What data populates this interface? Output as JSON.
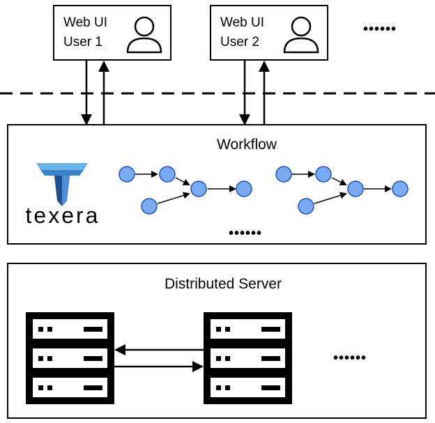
{
  "users": [
    {
      "line1": "Web UI",
      "line2": "User 1"
    },
    {
      "line1": "Web UI",
      "line2": "User 2"
    }
  ],
  "more_users": "••••••",
  "workflow": {
    "title": "Workflow",
    "logo_text": "texera",
    "more": "••••••"
  },
  "server": {
    "title": "Distributed Server",
    "more": "••••••"
  },
  "colors": {
    "node_fill": "#7aaaf0",
    "node_stroke": "#1a4fbf",
    "logo_light": "#69b3e7",
    "logo_dark": "#1f4e8c"
  }
}
